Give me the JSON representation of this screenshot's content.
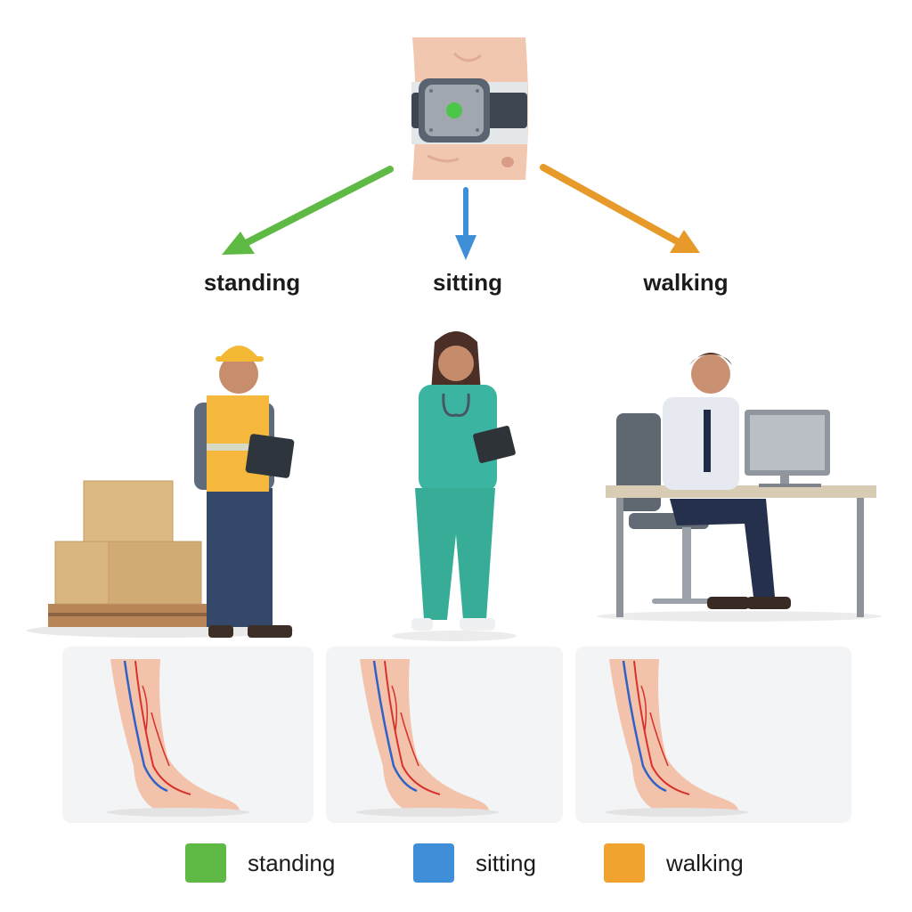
{
  "labels": {
    "standing": "standing",
    "sitting": "sitting",
    "walking": "walking"
  },
  "legend": {
    "items": [
      {
        "label": "standing",
        "color": "#5fba45"
      },
      {
        "label": "sitting",
        "color": "#3f8fd8"
      },
      {
        "label": "walking",
        "color": "#f0a32e"
      }
    ]
  },
  "colors": {
    "green_arrow": "#5fba45",
    "blue_arrow": "#3f8fd8",
    "orange_arrow": "#e79a2a",
    "device_led": "#4cc64a",
    "skin": "#f2c7b0"
  },
  "icons": {
    "device": "wearable-sensor-icon",
    "worker": "warehouse-worker-icon",
    "nurse": "nurse-icon",
    "office": "office-worker-icon",
    "leg": "leg-veins-icon"
  }
}
